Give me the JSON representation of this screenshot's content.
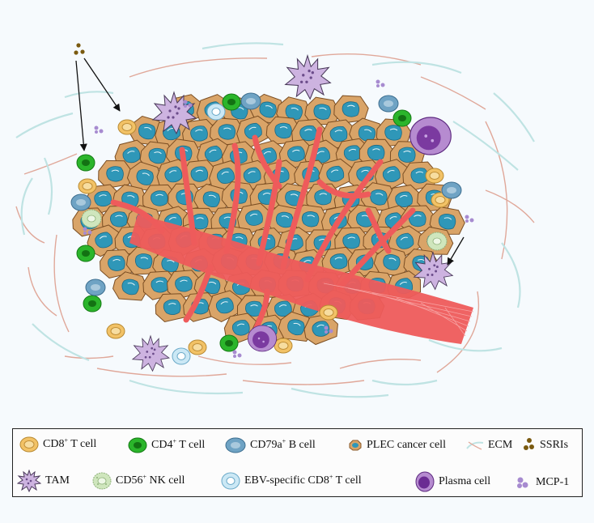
{
  "legend": {
    "cd8": {
      "pre": "CD8",
      "sup": "+",
      "post": " T cell"
    },
    "cd4": {
      "pre": "CD4",
      "sup": "+",
      "post": " T cell"
    },
    "cd79a": {
      "pre": "CD79a",
      "sup": "+",
      "post": " B cell"
    },
    "plec": {
      "pre": "PLEC cancer cell",
      "sup": "",
      "post": ""
    },
    "ecm": {
      "pre": "ECM",
      "sup": "",
      "post": ""
    },
    "ssri": {
      "pre": "SSRIs",
      "sup": "",
      "post": ""
    },
    "tam": {
      "pre": "TAM",
      "sup": "",
      "post": ""
    },
    "cd56": {
      "pre": "CD56",
      "sup": "+",
      "post": " NK cell"
    },
    "ebv": {
      "pre": "EBV-specific  CD8",
      "sup": "+",
      "post": " T cell"
    },
    "plasma": {
      "pre": "Plasma cell",
      "sup": "",
      "post": ""
    },
    "mcp1": {
      "pre": "MCP-1",
      "sup": "",
      "post": ""
    }
  },
  "colors": {
    "background": "#f6fafd",
    "cancer_cell": "#d9a468",
    "cancer_nucleus": "#2f97b8",
    "vessel": "#ee5b5b",
    "cd8_cell": "#f2c266",
    "cd4_cell": "#2bb52b",
    "b_cell": "#6fa3c4",
    "tam": "#cdb3e0",
    "nk_cell": "#cfe6bd",
    "ebv_cell": "#cbe8f5",
    "plasma_cell": "#7b3aa0",
    "mcp1": "#a78bd0",
    "ssri": "#7a5a10",
    "ecm_red": "#e0a89a",
    "ecm_teal": "#bfe3e3"
  }
}
